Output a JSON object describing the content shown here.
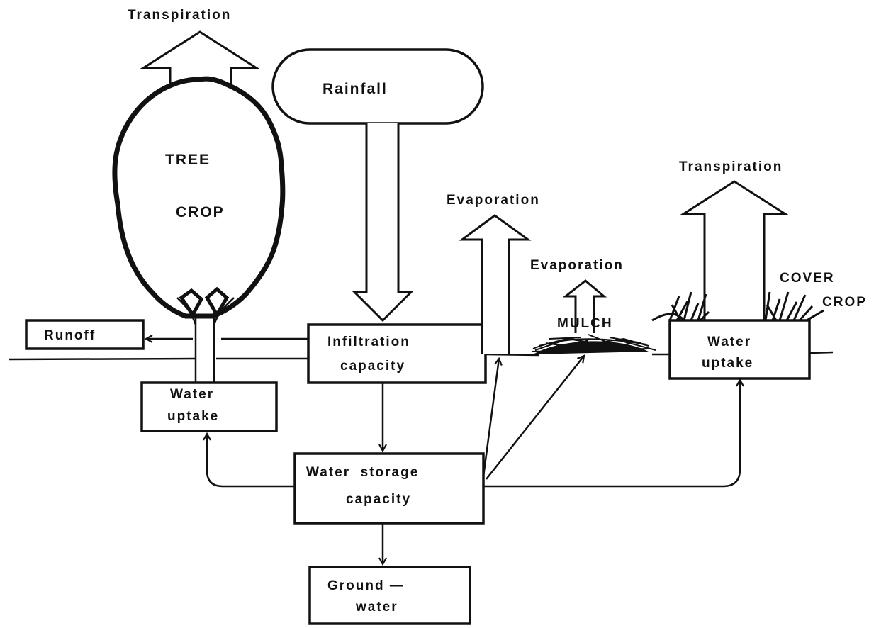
{
  "labels": {
    "transpiration_tree": "Transpiration",
    "rainfall": "Rainfall",
    "tree_line1": "TREE",
    "tree_line2": "CROP",
    "transpiration_cover": "Transpiration",
    "evaporation_1": "Evaporation",
    "evaporation_2": "Evaporation",
    "cover_line1": "COVER",
    "cover_line2": "CROP",
    "mulch": "MULCH",
    "runoff": "Runoff",
    "infiltration_line1": "Infiltration",
    "infiltration_line2": "capacity",
    "water_uptake_tree_line1": "Water",
    "water_uptake_tree_line2": "uptake",
    "water_uptake_cover_line1": "Water",
    "water_uptake_cover_line2": "uptake",
    "storage_line1": "Water  storage",
    "storage_line2": "capacity",
    "groundwater_line1": "Ground —",
    "groundwater_line2": "water"
  }
}
